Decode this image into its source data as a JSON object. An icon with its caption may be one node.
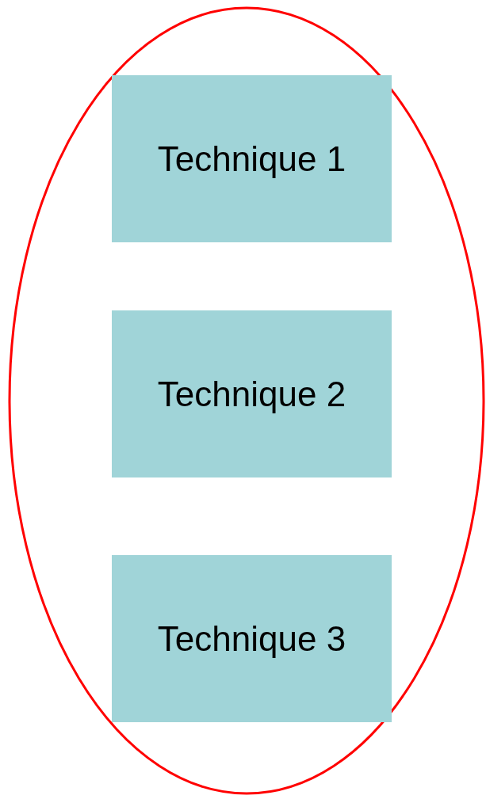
{
  "diagram": {
    "nodes": [
      {
        "text": [],
        "shape": "ellipse"
      },
      {
        "text": [
          "Technique 1"
        ],
        "in": 0
      },
      {
        "text": [
          "Technique 2"
        ],
        "in": 0
      },
      {
        "text": [
          "Technique 3"
        ],
        "in": 0
      }
    ]
  }
}
